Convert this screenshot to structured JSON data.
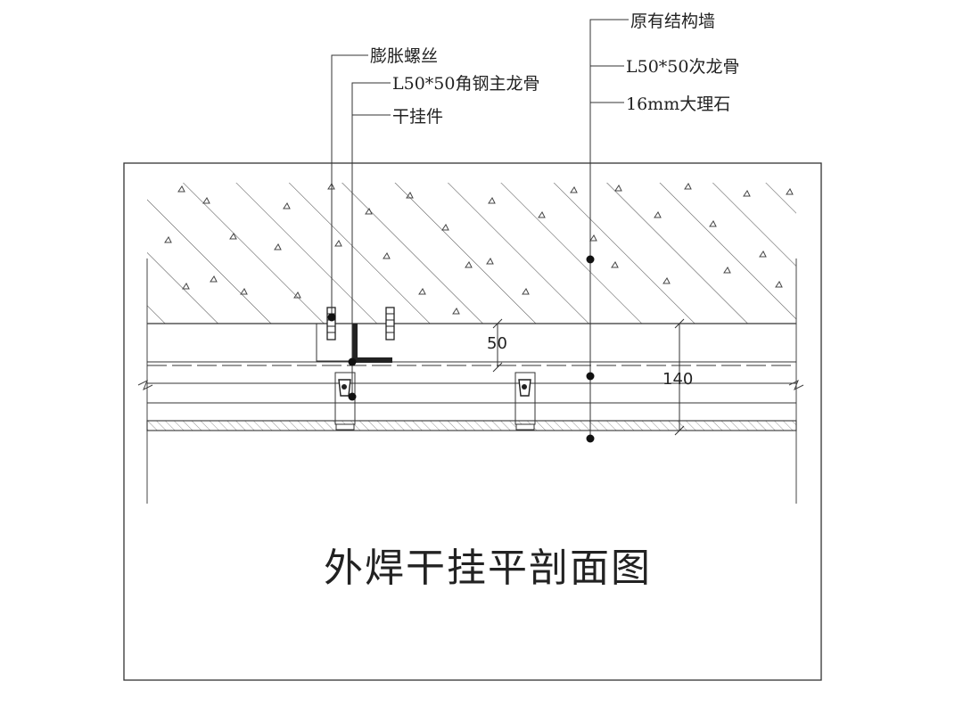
{
  "labels": {
    "expansion_bolt": "膨胀螺丝",
    "main_keel": "L50*50角钢主龙骨",
    "dry_hanger": "干挂件",
    "original_wall": "原有结构墙",
    "secondary_keel": "L50*50次龙骨",
    "marble": "16mm大理石"
  },
  "dimensions": {
    "d50": "50",
    "d140": "140"
  },
  "title": "外焊干挂平剖面图"
}
